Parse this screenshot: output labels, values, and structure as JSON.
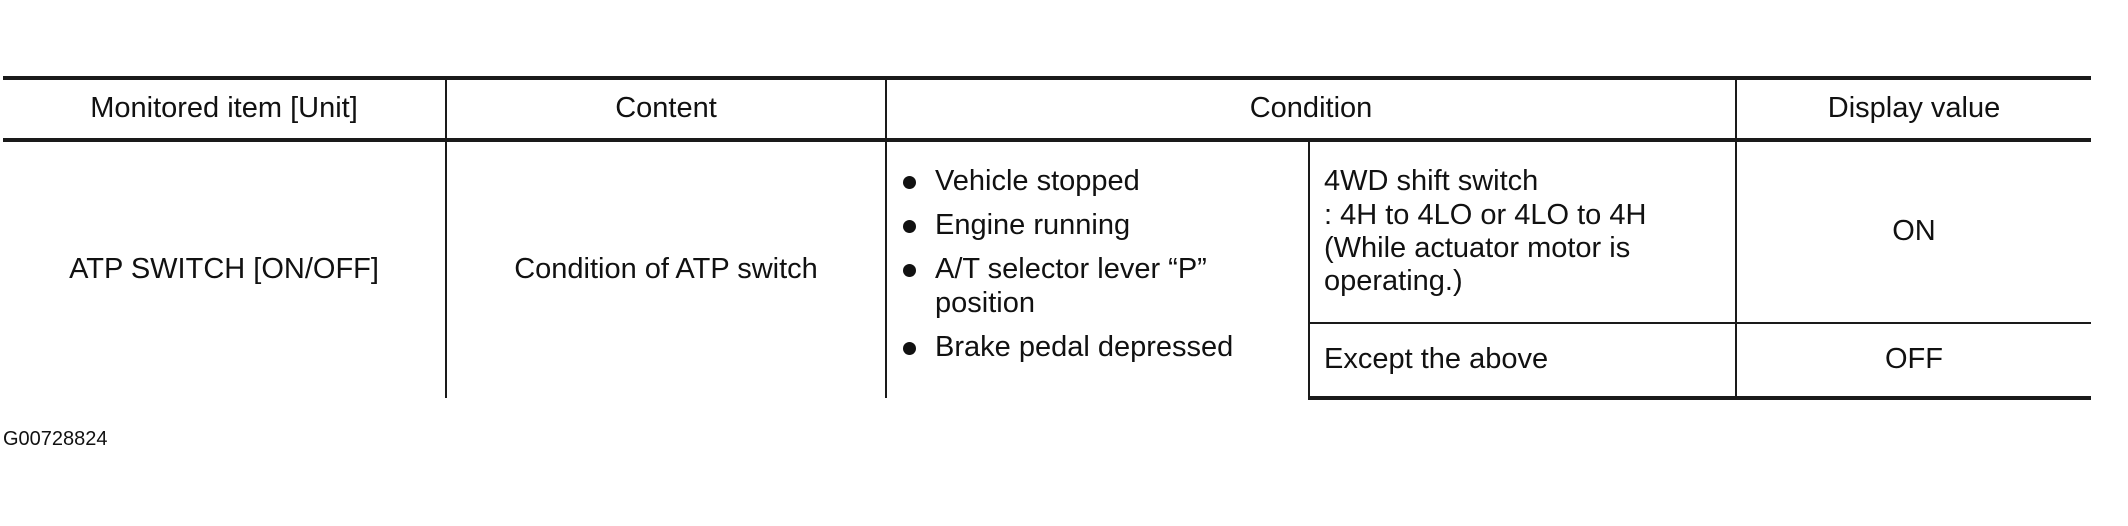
{
  "table": {
    "headers": {
      "monitored_item": "Monitored item [Unit]",
      "content": "Content",
      "condition": "Condition",
      "display_value": "Display value"
    },
    "row": {
      "monitored_item": "ATP SWITCH [ON/OFF]",
      "content": "Condition of ATP switch",
      "conditions": [
        "Vehicle stopped",
        "Engine running",
        "A/T selector lever “P” position",
        "Brake pedal depressed"
      ],
      "sub_conditions": [
        {
          "lines": [
            "4WD shift switch",
            ": 4H to 4LO or 4LO to 4H",
            "(While actuator motor is",
            "operating.)"
          ],
          "display_value": "ON"
        },
        {
          "lines": [
            "Except the above"
          ],
          "display_value": "OFF"
        }
      ]
    }
  },
  "figure_id": "G00728824"
}
